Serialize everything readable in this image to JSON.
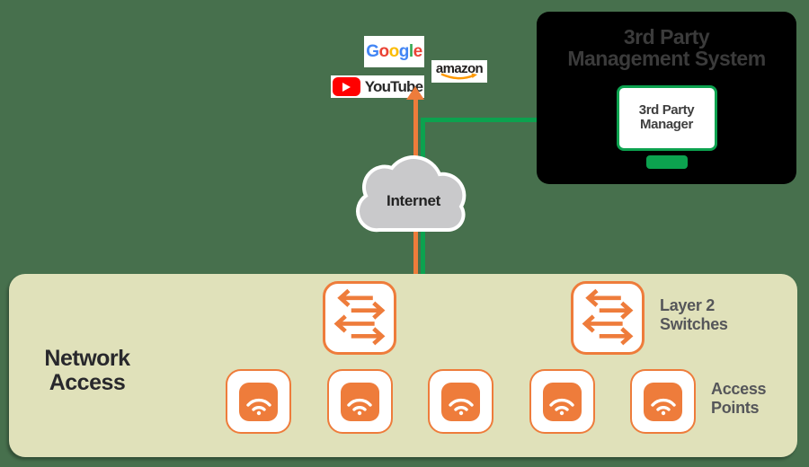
{
  "canvas": {
    "background_color": "#47704d"
  },
  "cloud": {
    "label": "Internet",
    "fill_color": "#c9c9cb",
    "outline_color": "#ffffff"
  },
  "logos": {
    "google": {
      "text": "Google",
      "letters": [
        {
          "ch": "G",
          "color": "#4285F4"
        },
        {
          "ch": "o",
          "color": "#EA4335"
        },
        {
          "ch": "o",
          "color": "#FBBC05"
        },
        {
          "ch": "g",
          "color": "#4285F4"
        },
        {
          "ch": "l",
          "color": "#34A853"
        },
        {
          "ch": "e",
          "color": "#EA4335"
        }
      ]
    },
    "youtube": {
      "text": "YouTube",
      "play_color": "#FF0000",
      "text_color": "#282828"
    },
    "amazon": {
      "text": "amazon",
      "text_color": "#221F1F",
      "smile_color": "#FF9900"
    }
  },
  "connections": {
    "internet_uplink_color": "#ee7c3b",
    "management_link_color": "#0ca24f"
  },
  "management_system": {
    "title": "3rd Party\nManagement System",
    "title_color": "#3b3b3b",
    "panel_color": "#000000",
    "monitor": {
      "label": "3rd Party\nManager",
      "screen_border_color": "#0ca24f",
      "stand_color": "#0ca24f",
      "label_color": "#3f3f3f"
    }
  },
  "network_access": {
    "title": "Network\nAccess",
    "panel_color": "#e0e1ba",
    "accent_orange": "#ee7c3b",
    "label_color": "#55565a",
    "switches": {
      "label": "Layer 2\nSwitches",
      "count": 2
    },
    "access_points": {
      "label": "Access\nPoints",
      "count": 5
    }
  }
}
